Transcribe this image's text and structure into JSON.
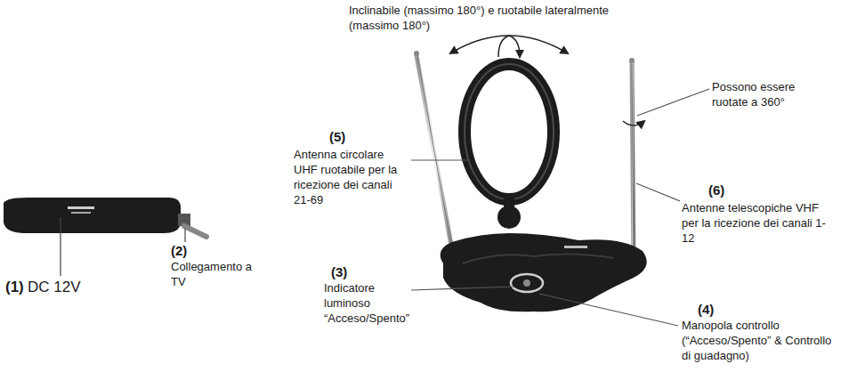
{
  "diagram": {
    "labels": [
      "Inclinabile (massimo 180°) e ruotabile lateralmente (massimo 180°)",
      "Possono essere ruotate a 360°",
      "(1)",
      "DC 12V",
      "(2)",
      "Collegamento a TV",
      "(5)",
      "Antenna circolare UHF ruotabile per la ricezione dei canali 21-69",
      "(6)",
      "Antenne telescopiche VHF per la ricezione dei canali 1-12",
      "(3)",
      "Indicatore luminoso “Acceso/Spento”",
      "(4)",
      "Manopola controllo (“Acceso/Spento” & Controllo di guadagno)"
    ]
  }
}
